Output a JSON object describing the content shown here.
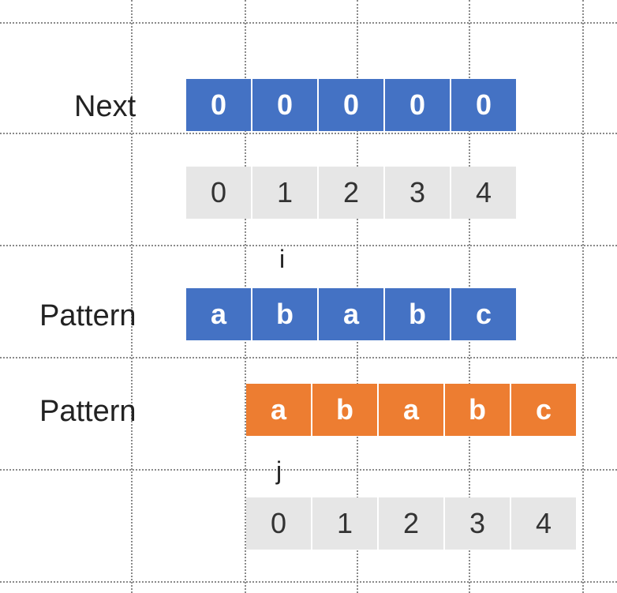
{
  "diagram": {
    "next": {
      "label": "Next",
      "values": [
        "0",
        "0",
        "0",
        "0",
        "0"
      ],
      "indices": [
        "0",
        "1",
        "2",
        "3",
        "4"
      ]
    },
    "pattern_top": {
      "label": "Pattern",
      "pointer": "i",
      "chars": [
        "a",
        "b",
        "a",
        "b",
        "c"
      ]
    },
    "pattern_bottom": {
      "label": "Pattern",
      "pointer": "j",
      "chars": [
        "a",
        "b",
        "a",
        "b",
        "c"
      ],
      "indices": [
        "0",
        "1",
        "2",
        "3",
        "4"
      ]
    },
    "colors": {
      "blue": "#4472c4",
      "orange": "#ed7d31",
      "gray": "#e6e6e6"
    }
  }
}
